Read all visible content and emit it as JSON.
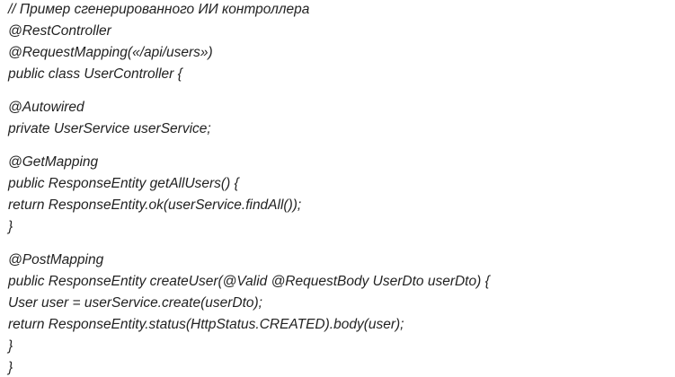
{
  "code": {
    "lines": [
      "// Пример сгенерированного ИИ контроллера",
      "@RestController",
      "@RequestMapping(«/api/users»)",
      "public class UserController {",
      "@Autowired",
      "private UserService userService;",
      "@GetMapping",
      "public ResponseEntity getAllUsers() {",
      "return ResponseEntity.ok(userService.findAll());",
      "}",
      "@PostMapping",
      "public ResponseEntity createUser(@Valid @RequestBody UserDto userDto) {",
      "User user = userService.create(userDto);",
      "return ResponseEntity.status(HttpStatus.CREATED).body(user);",
      "}",
      "}"
    ]
  }
}
